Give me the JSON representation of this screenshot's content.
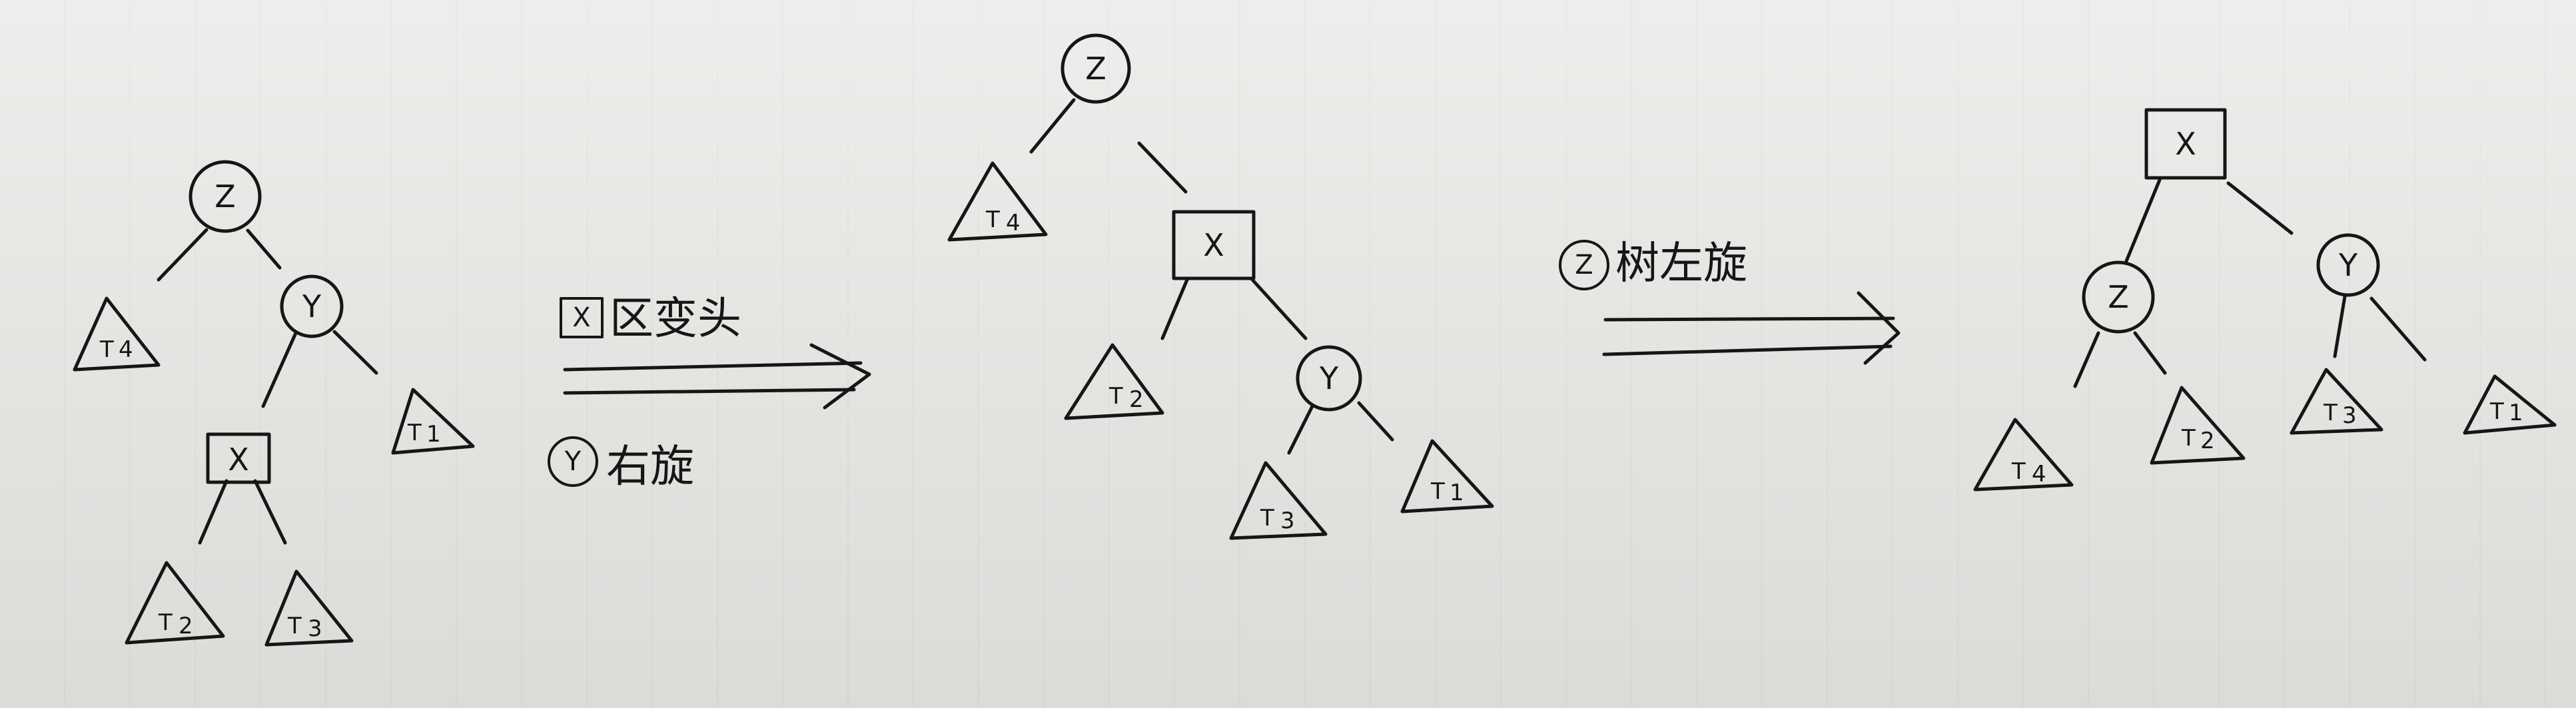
{
  "nodes": {
    "z": "Z",
    "y": "Y",
    "x": "X"
  },
  "subtrees": {
    "t1": "1",
    "t2": "2",
    "t3": "3",
    "t4": "4"
  },
  "transitions": {
    "first_top": "区变头",
    "first_bottom": "右旋",
    "first_bottom_node": "Y",
    "first_top_node": "X",
    "second": "树左旋",
    "second_node": "Z"
  }
}
